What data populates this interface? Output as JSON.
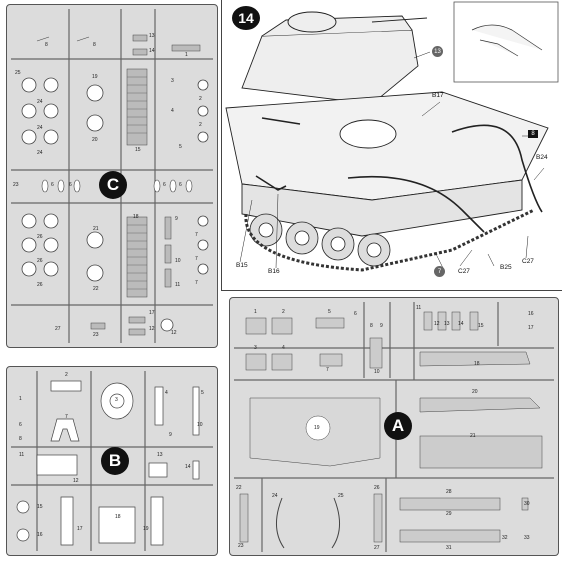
{
  "step": {
    "number": "14"
  },
  "step_callouts": {
    "b17": "B17",
    "b24": "B24",
    "b15": "B15",
    "b16": "B16",
    "c27a": "C27",
    "c27b": "C27",
    "b25": "B25",
    "part13": "13",
    "part7": "7",
    "arrow8": "8"
  },
  "sprue_c": {
    "badge": "C",
    "labels": [
      "8",
      "8",
      "13",
      "14",
      "1",
      "25",
      "19",
      "24",
      "24",
      "24",
      "20",
      "15",
      "3",
      "4",
      "5",
      "2",
      "2",
      "23",
      "6",
      "6",
      "6",
      "6",
      "26",
      "26",
      "26",
      "21",
      "22",
      "18",
      "9",
      "10",
      "11",
      "7",
      "7",
      "7",
      "27",
      "23",
      "17",
      "12",
      "12"
    ]
  },
  "sprue_b": {
    "badge": "B",
    "labels": [
      "1",
      "2",
      "3",
      "4",
      "5",
      "7",
      "6",
      "8",
      "9",
      "10",
      "11",
      "12",
      "13",
      "14",
      "15",
      "16",
      "17",
      "18",
      "19"
    ]
  },
  "sprue_a": {
    "badge": "A",
    "labels": [
      "1",
      "2",
      "3",
      "4",
      "5",
      "6",
      "7",
      "8",
      "9",
      "10",
      "11",
      "12",
      "13",
      "14",
      "15",
      "16",
      "17",
      "18",
      "19",
      "20",
      "21",
      "22",
      "23",
      "24",
      "25",
      "26",
      "27",
      "28",
      "29",
      "30",
      "31",
      "32",
      "33"
    ]
  }
}
